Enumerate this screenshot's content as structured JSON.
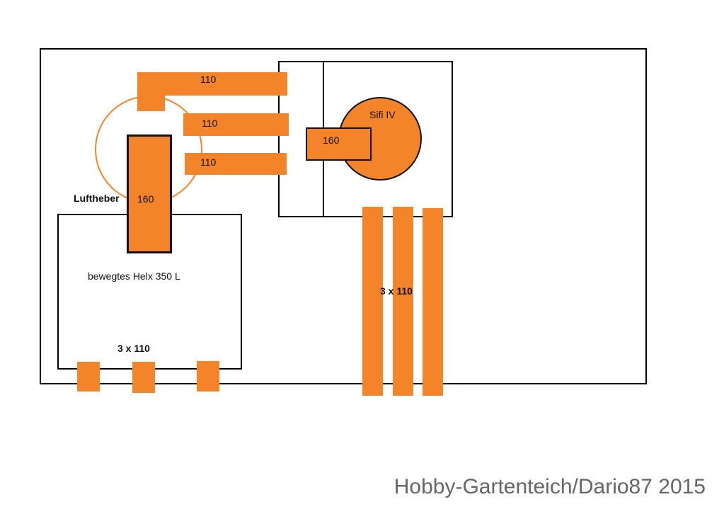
{
  "labels": {
    "top_pipe_1": "110",
    "top_pipe_2": "110",
    "top_pipe_3": "110",
    "sifi": "Sifi  IV",
    "sifi_pipe": "160",
    "luftheber": "Luftheber",
    "luftheber_pipe": "160",
    "helix": "bewegtes Helx 350 L",
    "bottom_left_pipes": "3  x 110",
    "right_pipes": "3 x 110"
  },
  "watermark": "Hobby-Gartenteich/Dario87 2015",
  "colors": {
    "pipe": "#f4842a",
    "outline": "#000000",
    "watermark": "#666666"
  }
}
